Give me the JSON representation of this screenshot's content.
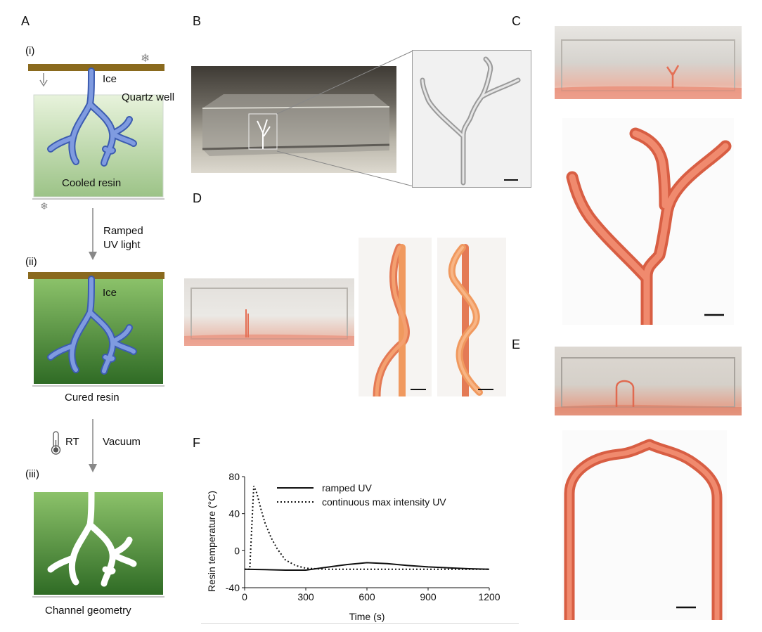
{
  "panels": {
    "a": "A",
    "b": "B",
    "c": "C",
    "d": "D",
    "e": "E",
    "f": "F"
  },
  "schematic": {
    "step1": "(i)",
    "step2": "(ii)",
    "step3": "(iii)",
    "ice1": "Ice",
    "ice2": "Ice",
    "quartz_well": "Quartz well",
    "cooled_resin": "Cooled resin",
    "cured_resin": "Cured resin",
    "channel_geometry": "Channel geometry",
    "ramped": "Ramped",
    "uv_light": "UV light",
    "rt": "RT",
    "vacuum": "Vacuum"
  },
  "colors": {
    "plate": "#8a6a1e",
    "ice": "#6f8fd6",
    "ice_edge": "#3c5cb0",
    "resin_light": "#d9ecc5",
    "resin_dark": "#2f6b25",
    "print": "#e8735a"
  },
  "chart_data": {
    "type": "line",
    "title": "",
    "xlabel": "Time (s)",
    "ylabel": "Resin temperature (°C)",
    "xlim": [
      0,
      1200
    ],
    "ylim": [
      -40,
      80
    ],
    "xticks": [
      "0",
      "300",
      "600",
      "900",
      "1200"
    ],
    "yticks": [
      "-40",
      "0",
      "40",
      "80"
    ],
    "legend_position": "top-right",
    "series": [
      {
        "name": "ramped UV",
        "style": "solid",
        "x": [
          0,
          100,
          200,
          300,
          400,
          500,
          600,
          700,
          800,
          900,
          1000,
          1100,
          1200
        ],
        "y": [
          -20,
          -20.5,
          -21,
          -21,
          -18,
          -15,
          -13,
          -14,
          -16,
          -17.5,
          -18.5,
          -19.5,
          -20
        ]
      },
      {
        "name": "continuous max intensity UV",
        "style": "dotted",
        "x": [
          0,
          25,
          45,
          60,
          80,
          100,
          130,
          160,
          200,
          250,
          300,
          400,
          600,
          900,
          1200
        ],
        "y": [
          -20,
          -20,
          70,
          62,
          45,
          30,
          14,
          2,
          -10,
          -16,
          -19,
          -20,
          -20,
          -20,
          -20
        ]
      }
    ]
  }
}
